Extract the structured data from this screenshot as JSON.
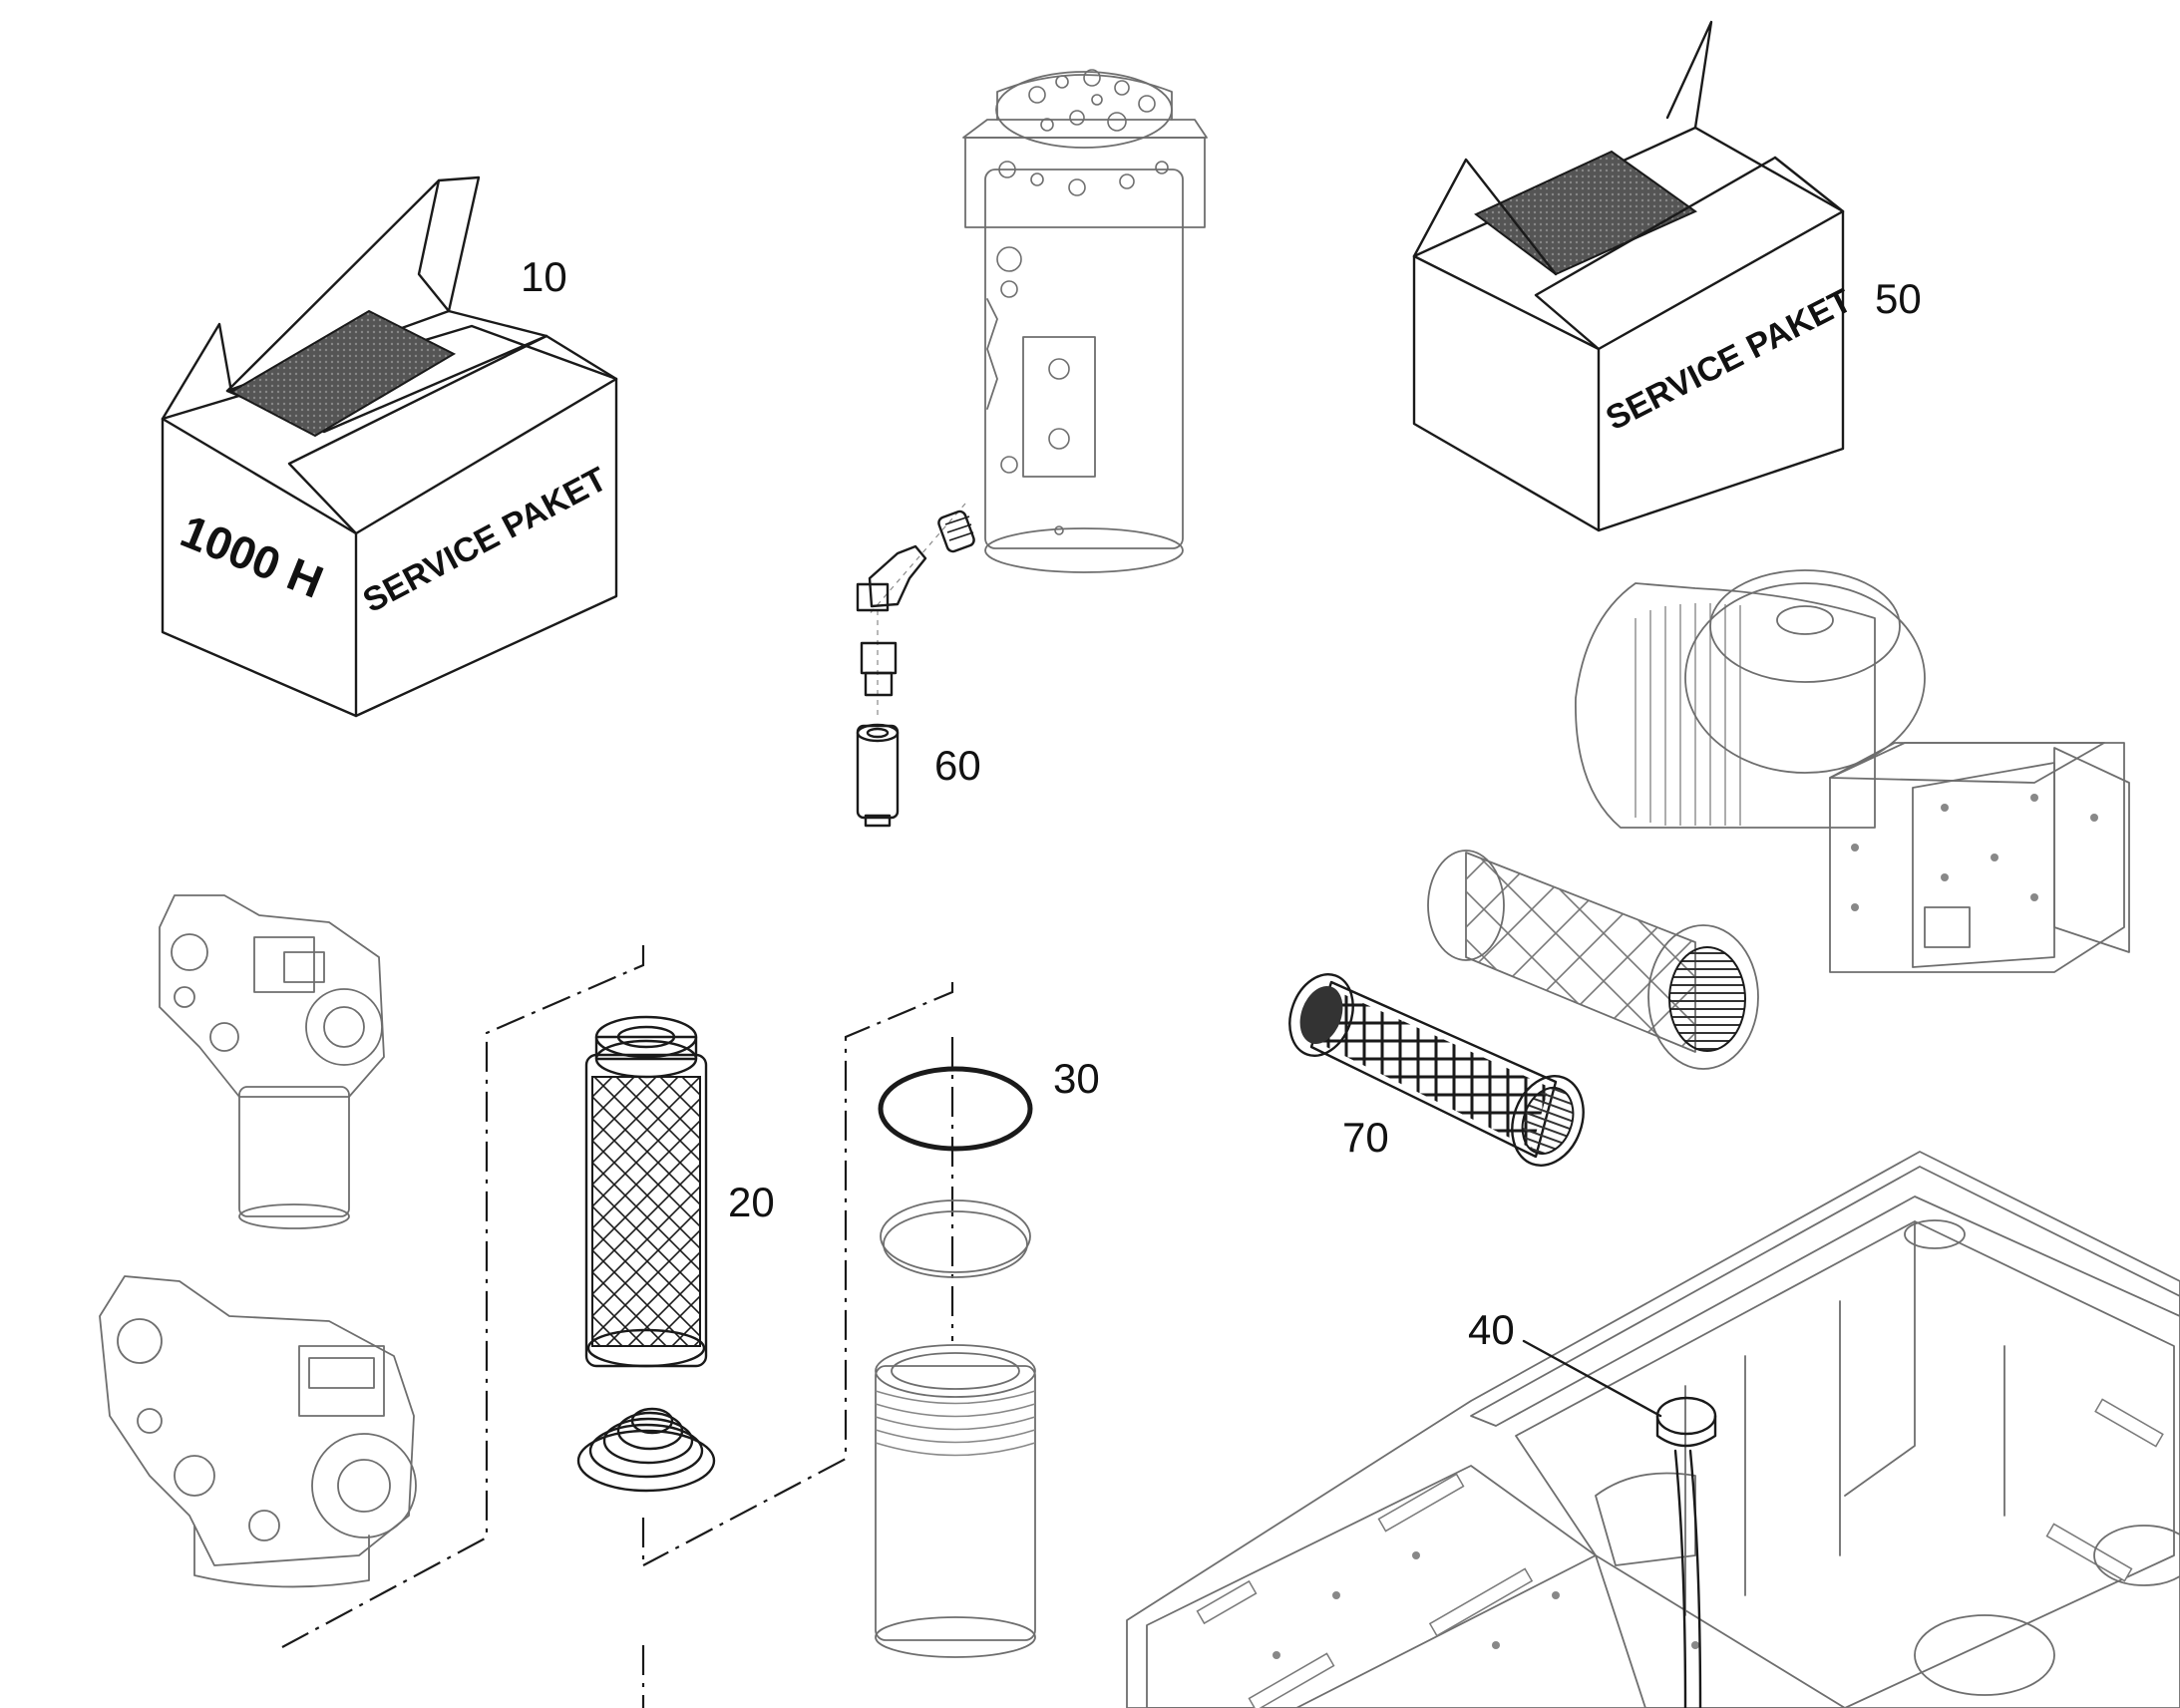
{
  "callouts": {
    "c10": "10",
    "c20": "20",
    "c30": "30",
    "c40": "40",
    "c50": "50",
    "c60": "60",
    "c70": "70"
  },
  "box_left": {
    "front_text": "1000 H",
    "side_text": "SERVICE PAKET"
  },
  "box_right": {
    "side_text": "SERVICE PAKET"
  },
  "colors": {
    "line": "#1a1a1a",
    "grey_line": "#6e6e6e",
    "hatch": "#444444"
  }
}
